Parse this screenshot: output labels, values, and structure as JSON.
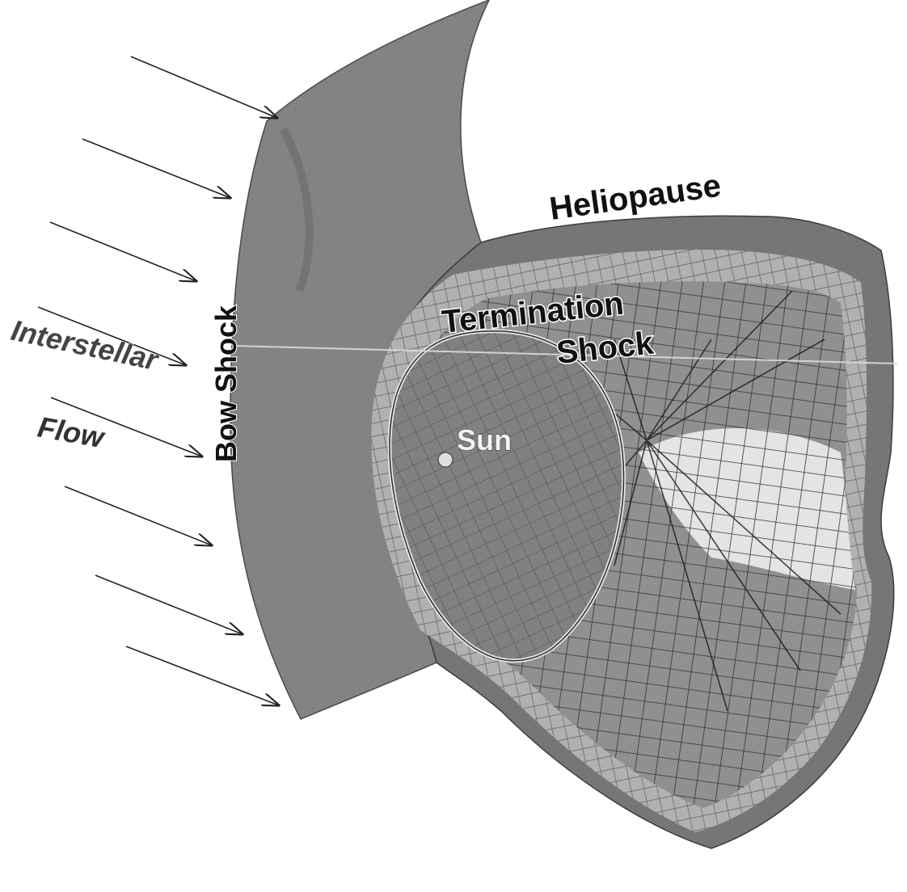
{
  "labels": {
    "heliopause": "Heliopause",
    "termination_shock_line1": "Termination",
    "termination_shock_line2": "Shock",
    "bow_shock": "Bow Shock",
    "interstellar": "Interstellar",
    "flow": "Flow",
    "sun": "Sun"
  },
  "colors": {
    "shell": "#8c8c8c",
    "shell_dark": "#6e6e6e",
    "helio_outer": "#7e7e7e",
    "helio_inner_light": "#d2d2d2",
    "sheath": "#bdbdbd",
    "mesh_line": "#2b2b2b",
    "label_text": "#111111",
    "sun": "#e0e0e0"
  }
}
